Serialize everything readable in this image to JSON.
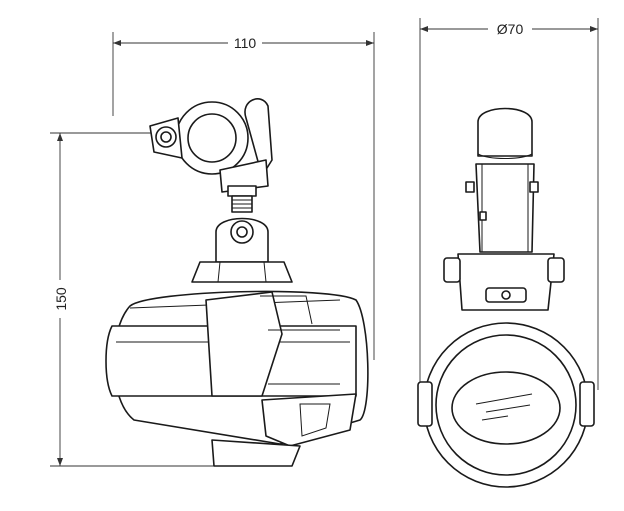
{
  "dimensions": {
    "width_label": "110",
    "height_label": "150",
    "diameter_label": "Ø70"
  },
  "colors": {
    "line": "#1a1a1a",
    "background": "#ffffff"
  }
}
